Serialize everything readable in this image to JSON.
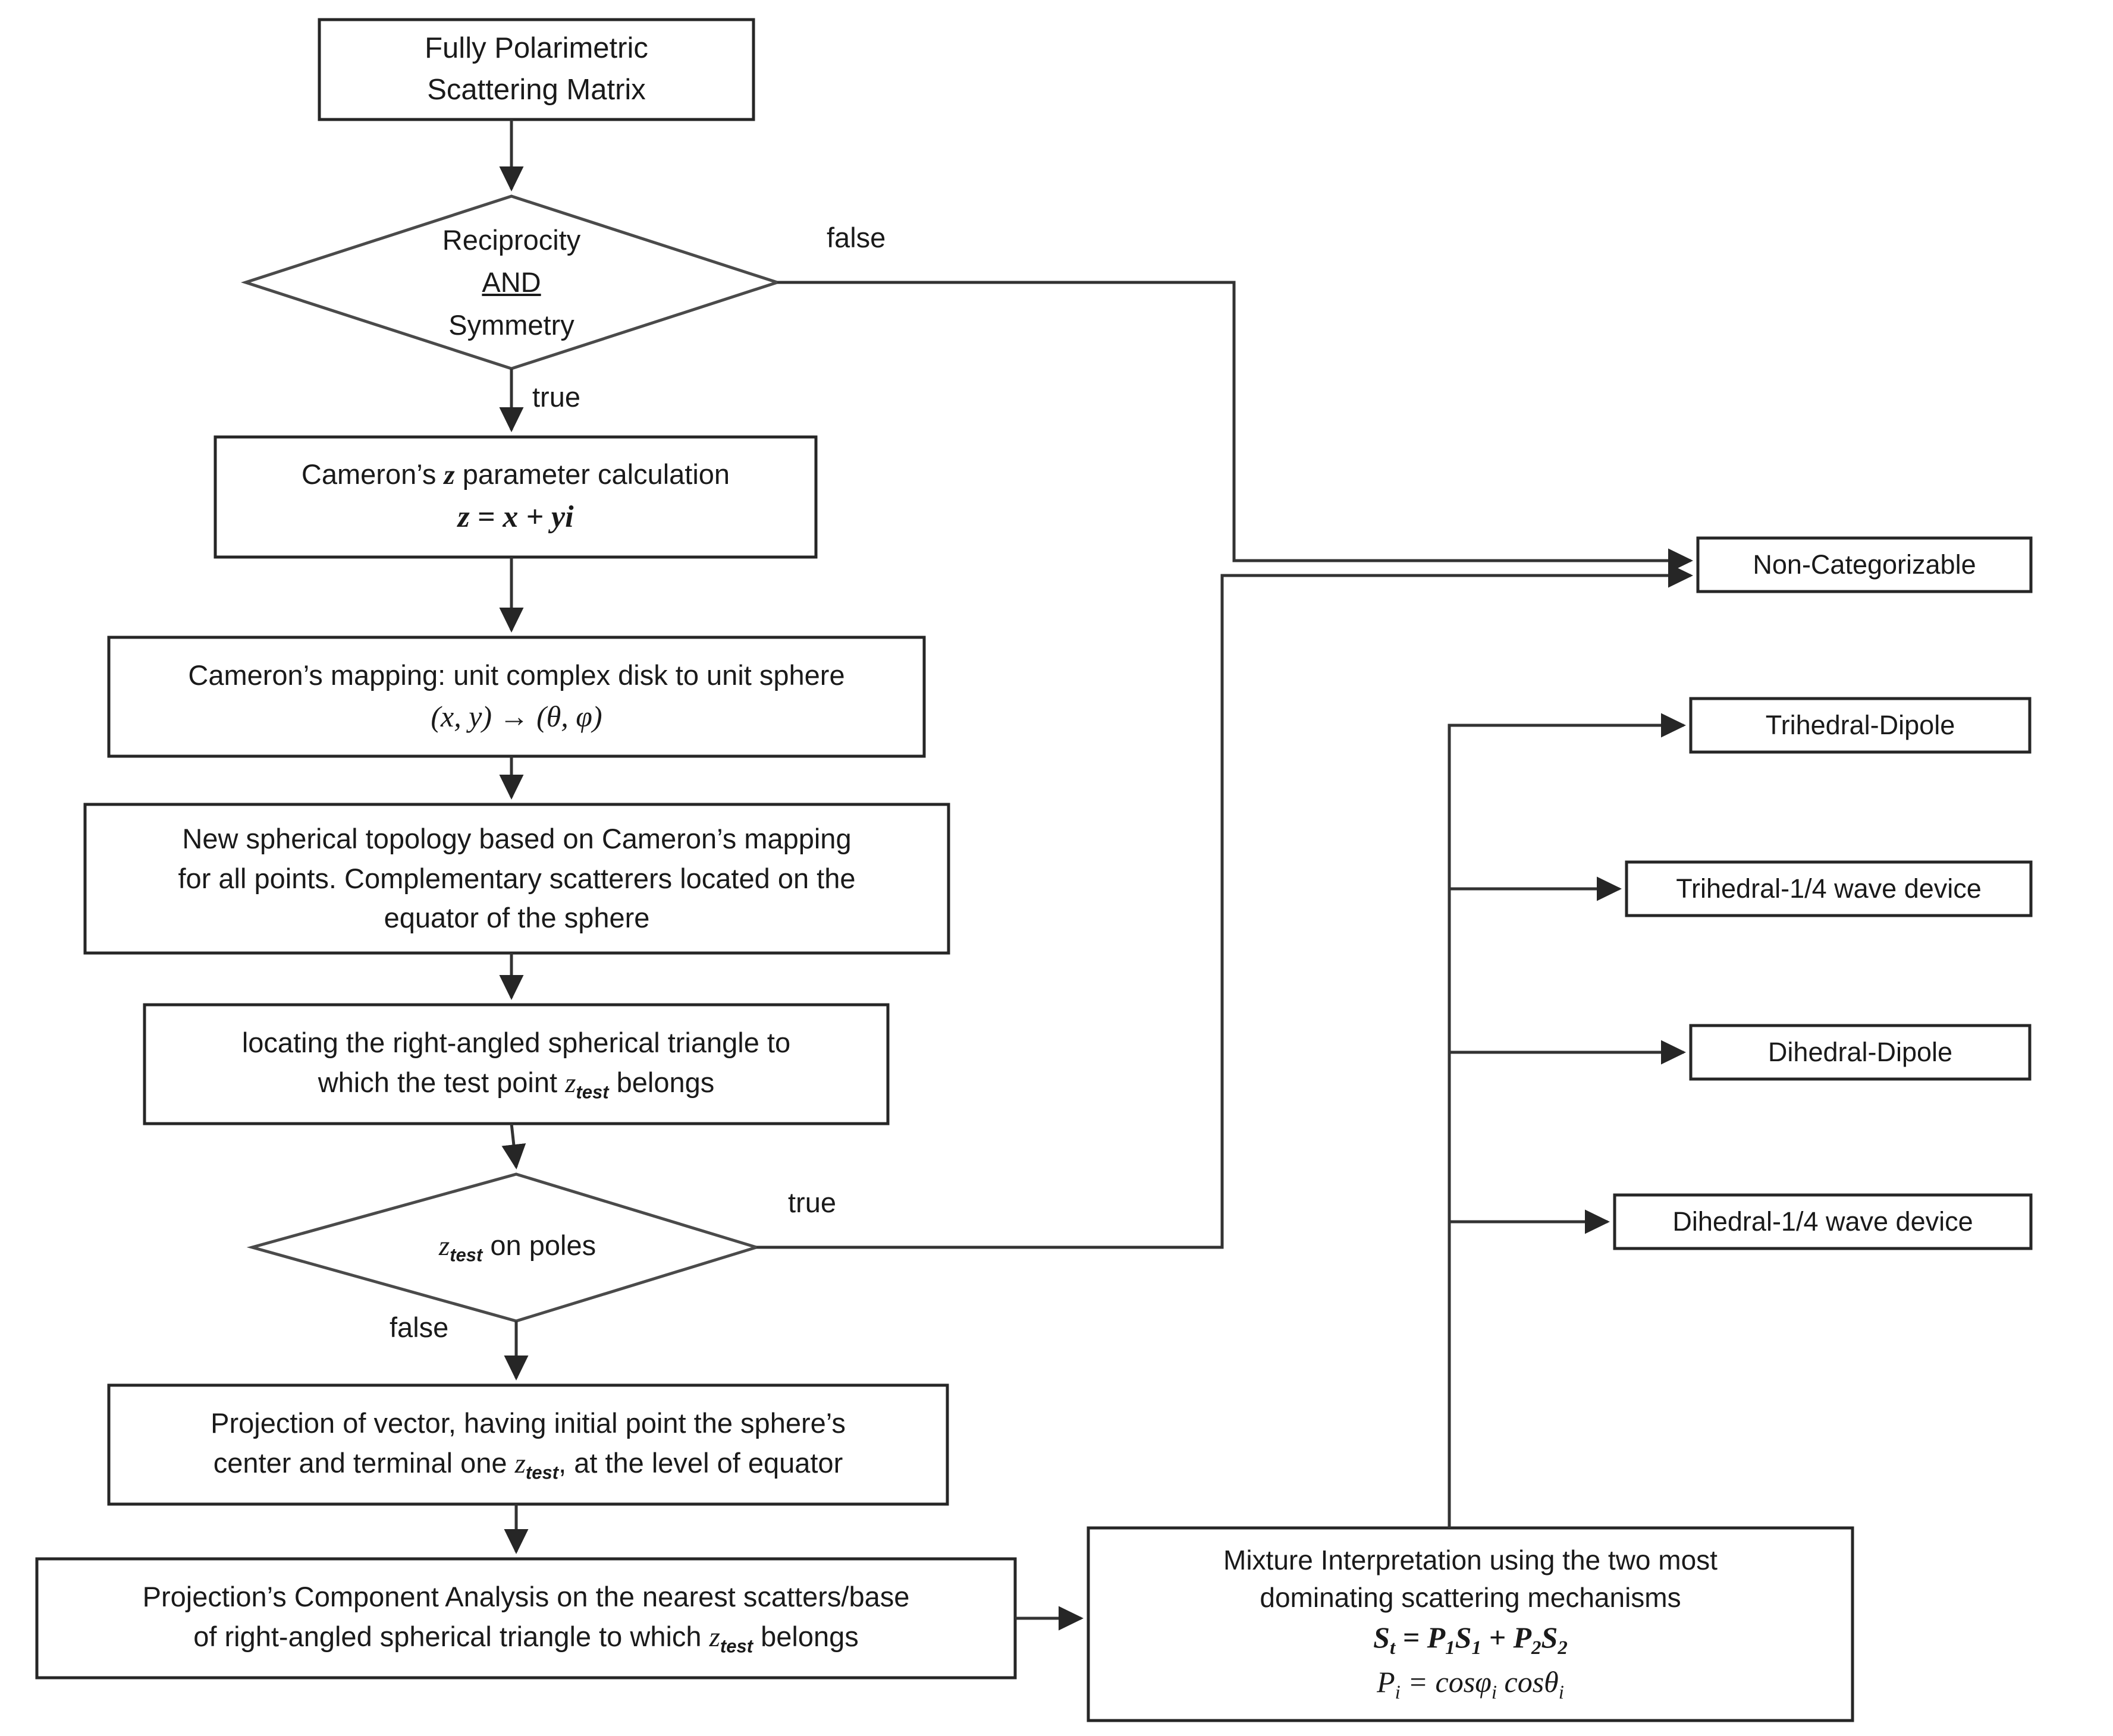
{
  "diagram": {
    "title": "Cameron decomposition classification flowchart",
    "type": "flowchart",
    "colors": {
      "stroke": "#262626",
      "diamond_stroke": "#4a4a4a",
      "connector": "#333333",
      "fill": "#ffffff",
      "text": "#1a1a1a"
    },
    "nodes": [
      {
        "id": "start",
        "shape": "rectangle",
        "lines": [
          "Fully Polarimetric",
          "Scattering Matrix"
        ]
      },
      {
        "id": "d1",
        "shape": "diamond",
        "lines": [
          "Reciprocity",
          "AND",
          "Symmetry"
        ],
        "underline_line": 1
      },
      {
        "id": "zcalc",
        "shape": "rectangle",
        "lines": [
          "Cameron’s z parameter calculation",
          "z = x + yi"
        ]
      },
      {
        "id": "mapping",
        "shape": "rectangle",
        "lines": [
          "Cameron’s mapping: unit complex disk to unit sphere",
          "(x, y) → (θ, φ)"
        ]
      },
      {
        "id": "topology",
        "shape": "rectangle",
        "lines": [
          "New spherical topology based on Cameron’s mapping",
          "for all points. Complementary scatterers located on the",
          "equator of the sphere"
        ]
      },
      {
        "id": "locating",
        "shape": "rectangle",
        "lines": [
          "locating the right-angled spherical triangle to",
          "which the test point z_test belongs"
        ]
      },
      {
        "id": "d2",
        "shape": "diamond",
        "lines": [
          "z_test on poles"
        ]
      },
      {
        "id": "projection",
        "shape": "rectangle",
        "lines": [
          "Projection of vector, having initial point the sphere’s",
          "center and terminal one z_test, at  the level of equator"
        ]
      },
      {
        "id": "pca",
        "shape": "rectangle",
        "lines": [
          "Projection’s Component Analysis on the nearest scatters/base",
          "of right-angled spherical triangle to which z_test belongs"
        ]
      },
      {
        "id": "mixture",
        "shape": "rectangle",
        "lines": [
          "Mixture Interpretation using the two most",
          "dominating scattering mechanisms",
          "S_t = P_1 S_1 + P_2 S_2",
          "P_i = cosφ_i cosθ_i"
        ]
      },
      {
        "id": "noncat",
        "shape": "rectangle",
        "lines": [
          "Non-Categorizable"
        ]
      },
      {
        "id": "tri_dip",
        "shape": "rectangle",
        "lines": [
          "Trihedral-Dipole"
        ]
      },
      {
        "id": "tri_qw",
        "shape": "rectangle",
        "lines": [
          "Trihedral-1/4 wave device"
        ]
      },
      {
        "id": "di_dip",
        "shape": "rectangle",
        "lines": [
          "Dihedral-Dipole"
        ]
      },
      {
        "id": "di_qw",
        "shape": "rectangle",
        "lines": [
          "Dihedral-1/4 wave device"
        ]
      }
    ],
    "edge_labels": [
      {
        "id": "d1-false",
        "text": "false"
      },
      {
        "id": "d1-true",
        "text": "true"
      },
      {
        "id": "d2-true",
        "text": "true"
      },
      {
        "id": "d2-false",
        "text": "false"
      }
    ],
    "text": {
      "start_l1": "Fully Polarimetric",
      "start_l2": "Scattering Matrix",
      "d1_l1": "Reciprocity",
      "d1_l2": "AND",
      "d1_l3": "Symmetry",
      "zcalc_l1_a": "Cameron’s ",
      "zcalc_l1_b": "z",
      "zcalc_l1_c": " parameter calculation",
      "zcalc_l2": "z = x + yi",
      "map_l1": "Cameron’s mapping: unit complex disk to unit sphere",
      "map_l2": "(x, y) → (θ, φ)",
      "topo_l1": "New spherical topology based on Cameron’s mapping",
      "topo_l2": "for all points. Complementary scatterers located on the",
      "topo_l3": "equator of the sphere",
      "loc_l1": "locating the right-angled spherical triangle to",
      "loc_l2_a": "which the test point ",
      "loc_l2_z": "z",
      "loc_l2_sub": "test",
      "loc_l2_b": " belongs",
      "d2_z": "z",
      "d2_sub": "test",
      "d2_rest": " on poles",
      "proj_l1": "Projection of vector, having initial point the sphere’s",
      "proj_l2_a": "center and terminal one ",
      "proj_l2_z": "z",
      "proj_l2_sub": "test",
      "proj_l2_b": ",  at  the level of equator",
      "pca_l1": "Projection’s Component Analysis on the nearest scatters/base",
      "pca_l2_a": "of right-angled spherical triangle to which ",
      "pca_l2_z": "z",
      "pca_l2_sub": "test",
      "pca_l2_b": " belongs",
      "mix_l1": "Mixture Interpretation using the two most",
      "mix_l2": "dominating scattering mechanisms",
      "noncat": "Non-Categorizable",
      "tri_dip": "Trihedral-Dipole",
      "tri_qw": "Trihedral-1/4 wave device",
      "di_dip": "Dihedral-Dipole",
      "di_qw": "Dihedral-1/4 wave device",
      "lbl_false_1": "false",
      "lbl_true_1": "true",
      "lbl_true_2": "true",
      "lbl_false_2": "false"
    }
  }
}
